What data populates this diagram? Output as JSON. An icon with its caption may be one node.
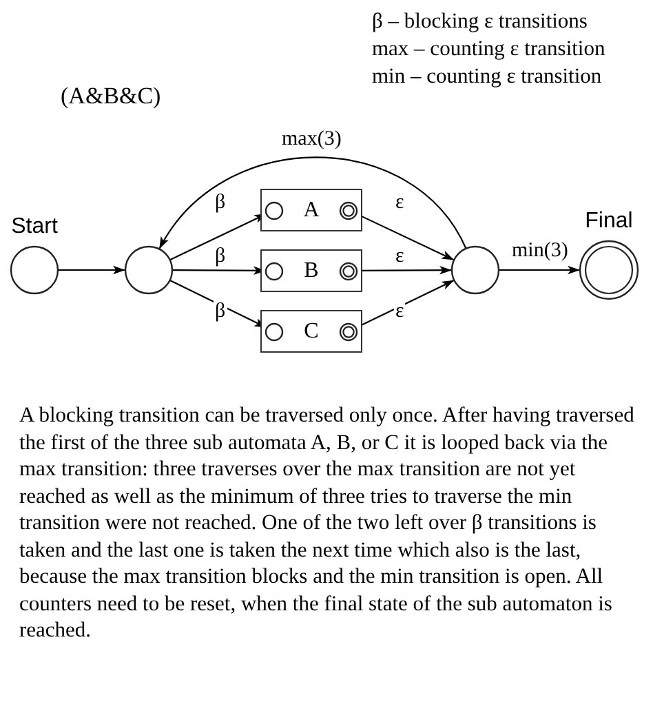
{
  "diagram": {
    "caption": "A blocking transition can be traversed only once. After having traversed the first of the three sub automata A, B, or C it is looped back via the max transition: three traverses over the max transition are not yet reached as well as the minimum of three tries to traverse the min transition were not reached. One of the two left over β transitions is taken and the last one is taken the next time which also is the last, because the max transition blocks and the min transition is open. All counters need to be reset, when the final state of the sub automaton is reached.",
    "nodes": [
      {
        "text": [
          "Start"
        ]
      },
      {
        "text": [],
        "shape": "circle"
      },
      {
        "text": [
          "A"
        ]
      },
      {
        "text": [],
        "shape": "circle",
        "in": 2
      },
      {
        "text": [],
        "shape": "circle",
        "in": 2
      },
      {
        "text": [
          "B"
        ]
      },
      {
        "text": [],
        "shape": "circle",
        "in": 5
      },
      {
        "text": [],
        "shape": "circle",
        "in": 5
      },
      {
        "text": [
          "C"
        ]
      },
      {
        "text": [],
        "shape": "circle",
        "in": 8
      },
      {
        "text": [],
        "shape": "circle",
        "in": 8
      },
      {
        "text": [],
        "shape": "circle"
      },
      {
        "text": [
          "Final"
        ]
      }
    ],
    "edges": [
      {
        "from": 0,
        "to": 1,
        "arrow": "to"
      },
      {
        "from": 1,
        "to": 3,
        "arrow": "to",
        "label": "β"
      },
      {
        "from": 1,
        "to": 6,
        "arrow": "to",
        "label": "β"
      },
      {
        "from": 1,
        "to": 9,
        "arrow": "to",
        "label": "β"
      },
      {
        "from": 4,
        "to": 11,
        "arrow": "to",
        "label": "ε"
      },
      {
        "from": 7,
        "to": 11,
        "arrow": "to",
        "label": "ε"
      },
      {
        "from": 10,
        "to": 11,
        "arrow": "to",
        "label": "ε"
      },
      {
        "from": 11,
        "to": 12,
        "arrow": "to",
        "label": "min(3)"
      },
      {
        "from": 11,
        "to": 1,
        "arrow": "to",
        "label": "max(3)"
      }
    ],
    "labels": [
      "β – blocking ε transitions",
      "max – counting ε transition",
      "min – counting ε transition",
      "(A&B&C)"
    ]
  }
}
